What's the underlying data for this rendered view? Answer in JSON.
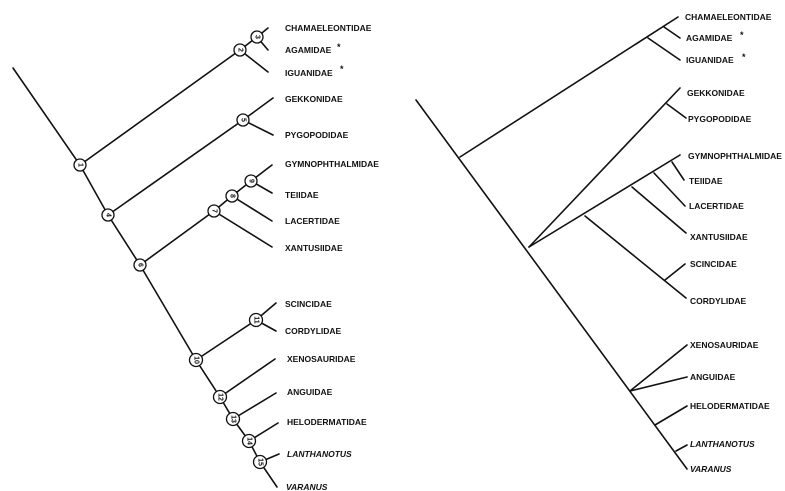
{
  "left_tree": {
    "taxa": [
      "CHAMAELEONTIDAE",
      "AGAMIDAE",
      "IGUANIDAE",
      "GEKKONIDAE",
      "PYGOPODIDAE",
      "GYMNOPHTHALMIDAE",
      "TEIIDAE",
      "LACERTIDAE",
      "XANTUSIIDAE",
      "SCINCIDAE",
      "CORDYLIDAE",
      "XENOSAURIDAE",
      "ANGUIDAE",
      "HELODERMATIDAE",
      "LANTHANOTUS",
      "VARANUS"
    ],
    "nodes": [
      "1",
      "2",
      "3",
      "4",
      "5",
      "6",
      "7",
      "8",
      "9",
      "10",
      "11",
      "12",
      "13",
      "14",
      "15"
    ],
    "asterisk": "*"
  },
  "right_tree": {
    "taxa": [
      "CHAMAELEONTIDAE",
      "AGAMIDAE",
      "IGUANIDAE",
      "GEKKONIDAE",
      "PYGOPODIDAE",
      "GYMNOPHTHALMIDAE",
      "TEIIDAE",
      "LACERTIDAE",
      "XANTUSIIDAE",
      "SCINCIDAE",
      "CORDYLIDAE",
      "XENOSAURIDAE",
      "ANGUIDAE",
      "HELODERMATIDAE",
      "LANTHANOTUS",
      "VARANUS"
    ],
    "asterisk": "*"
  }
}
